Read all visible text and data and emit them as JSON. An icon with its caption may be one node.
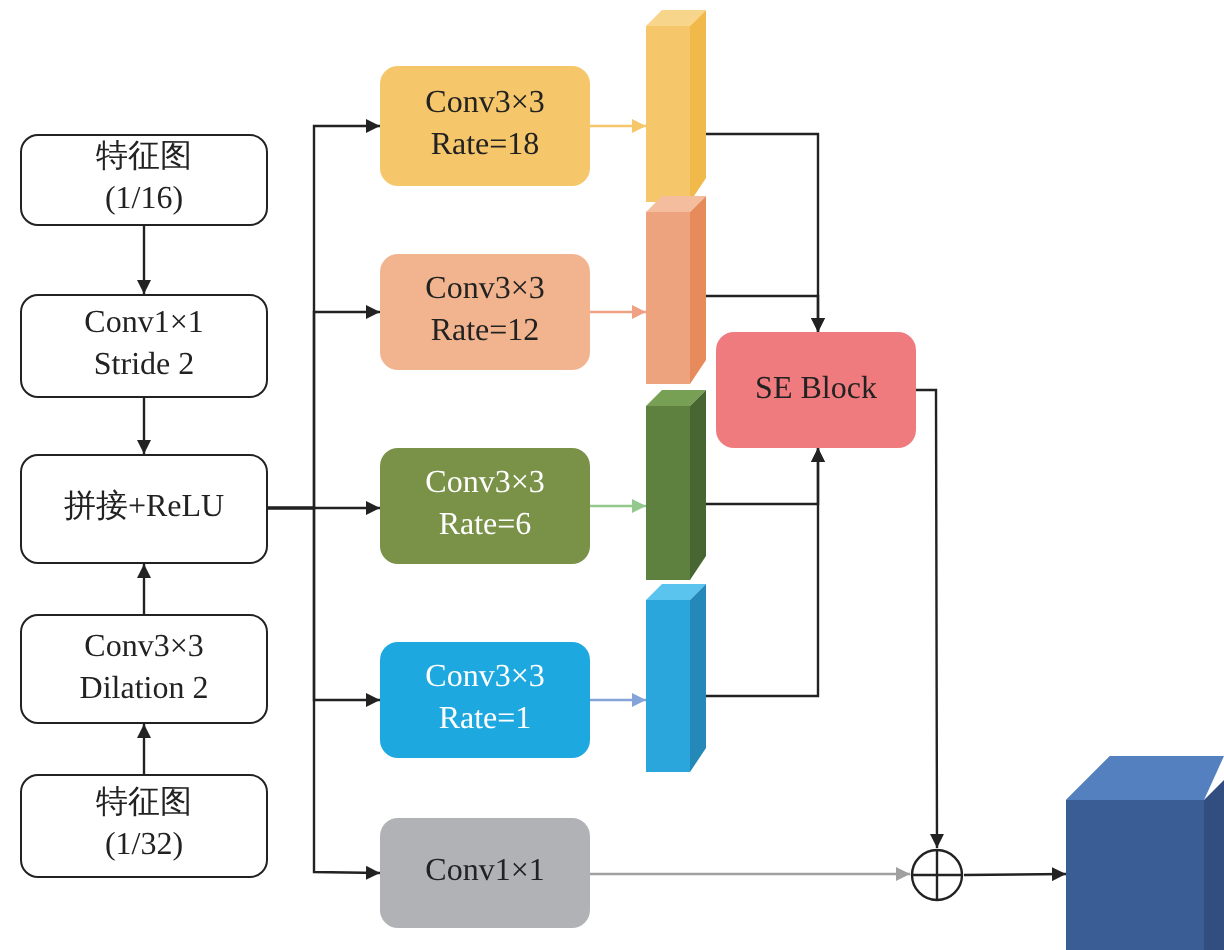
{
  "diagram": {
    "nodes": [
      {
        "text": [
          "特征图 (1/16)"
        ]
      },
      {
        "text": [
          "Conv1×1 Stride 2"
        ]
      },
      {
        "text": [
          "拼接+ReLU"
        ]
      },
      {
        "text": [
          "Conv3×3 Dilation 2"
        ]
      },
      {
        "text": [
          "特征图 (1/32)"
        ]
      },
      {
        "text": [
          "Conv3×3 Rate=18"
        ]
      },
      {
        "text": [
          "Conv3×3 Rate=12"
        ]
      },
      {
        "text": [
          "Conv3×3 Rate=6"
        ]
      },
      {
        "text": [
          "Conv3×3 Rate=1"
        ]
      },
      {
        "text": [
          "Conv1×1"
        ]
      },
      {
        "text": [],
        "shape": "bar"
      },
      {
        "text": [],
        "shape": "bar"
      },
      {
        "text": [],
        "shape": "bar"
      },
      {
        "text": [],
        "shape": "bar"
      },
      {
        "text": [
          "SE Block"
        ]
      },
      {
        "text": [],
        "shape": "circle"
      },
      {
        "text": [],
        "shape": "box"
      }
    ],
    "edges": [
      {
        "from": 0,
        "to": 1,
        "arrow": "to"
      },
      {
        "from": 1,
        "to": 2,
        "arrow": "to"
      },
      {
        "from": 4,
        "to": 3,
        "arrow": "to"
      },
      {
        "from": 3,
        "to": 2,
        "arrow": "to"
      },
      {
        "from": 2,
        "to": 5,
        "arrow": "to"
      },
      {
        "from": 2,
        "to": 6,
        "arrow": "to"
      },
      {
        "from": 2,
        "to": 7,
        "arrow": "to"
      },
      {
        "from": 2,
        "to": 8,
        "arrow": "to"
      },
      {
        "from": 2,
        "to": 9,
        "arrow": "to"
      },
      {
        "from": 5,
        "to": 10,
        "arrow": "to",
        "color": "#f5c66a"
      },
      {
        "from": 6,
        "to": 11,
        "arrow": "to",
        "color": "#efa283"
      },
      {
        "from": 7,
        "to": 12,
        "arrow": "to",
        "color": "#93c98c"
      },
      {
        "from": 8,
        "to": 13,
        "arrow": "to",
        "color": "#84a3d9"
      },
      {
        "from": 10,
        "to": 14,
        "arrow": "to"
      },
      {
        "from": 11,
        "to": 14,
        "arrow": "to"
      },
      {
        "from": 12,
        "to": 14,
        "arrow": "to"
      },
      {
        "from": 13,
        "to": 14,
        "arrow": "to"
      },
      {
        "from": 14,
        "to": 15,
        "arrow": "to"
      },
      {
        "from": 9,
        "to": 15,
        "arrow": "to",
        "color": "#a0a0a0"
      },
      {
        "from": 15,
        "to": 16,
        "arrow": "to"
      }
    ]
  }
}
